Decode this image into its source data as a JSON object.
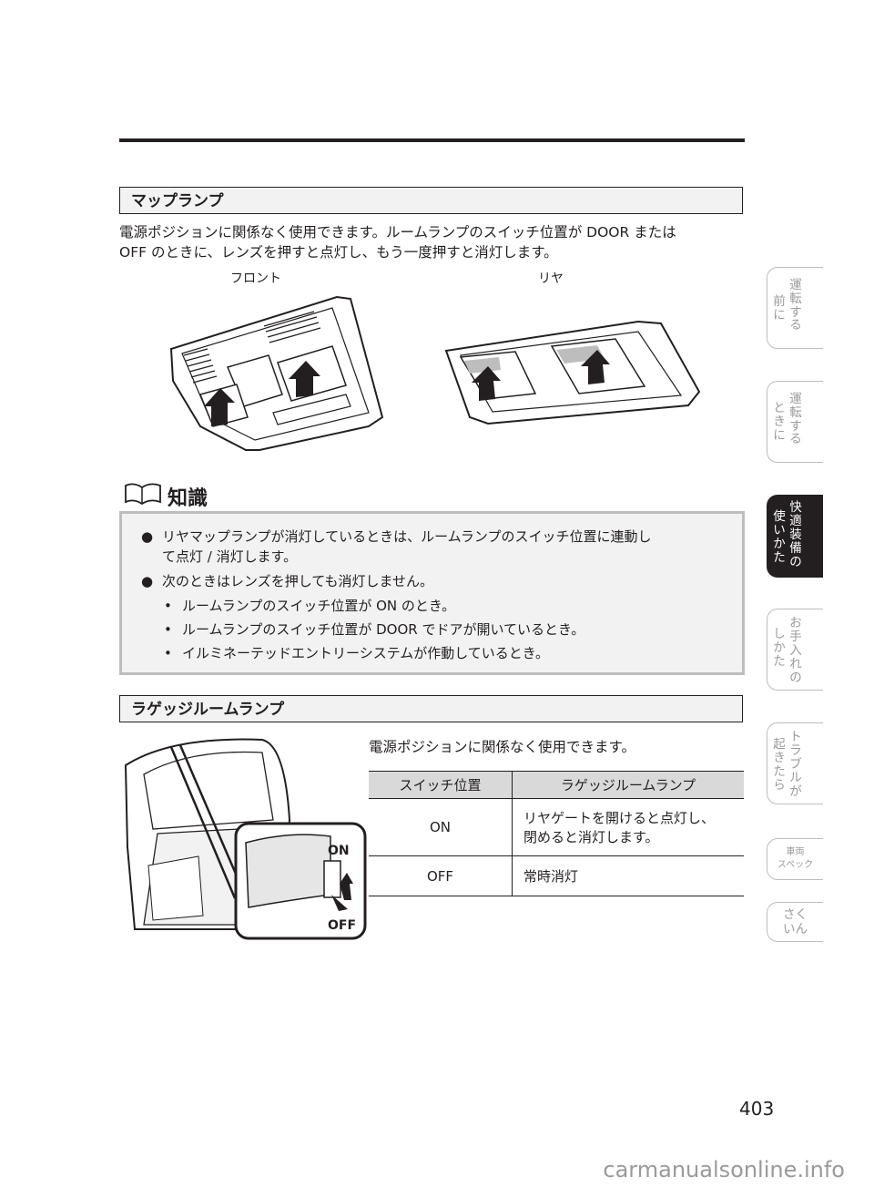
{
  "map_lamp": {
    "heading": "マップランプ",
    "paragraph_line1": "電源ポジションに関係なく使用できます。ルームランプのスイッチ位置が DOOR または",
    "paragraph_line2": "OFF のときに、レンズを押すと点灯し、もう一度押すと消灯します。",
    "caption_front": "フロント",
    "caption_rear": "リヤ"
  },
  "knowledge": {
    "title": "知識",
    "bullet1_line1": "リヤマップランプが消灯しているときは、ルームランプのスイッチ位置に連動し",
    "bullet1_line2": "て点灯 / 消灯します。",
    "bullet2": "次のときはレンズを押しても消灯しません。",
    "sub1": "ルームランプのスイッチ位置が ON のとき。",
    "sub2": "ルームランプのスイッチ位置が DOOR でドアが開いているとき。",
    "sub3": "イルミネーテッドエントリーシステムが作動しているとき。"
  },
  "luggage": {
    "heading": "ラゲッジルームランプ",
    "paragraph": "電源ポジションに関係なく使用できます。",
    "label_on": "ON",
    "label_off": "OFF",
    "table": {
      "header_switch": "スイッチ位置",
      "header_lamp": "ラゲッジルームランプ",
      "rows": [
        {
          "pos": "ON",
          "desc1": "リヤゲートを開けると点灯し、",
          "desc2": "閉めると消灯します。"
        },
        {
          "pos": "OFF",
          "desc1": "常時消灯",
          "desc2": ""
        }
      ]
    }
  },
  "side_tabs": {
    "tab1_c1": "前に",
    "tab1_c2": "運転す",
    "tab1_c3": "る",
    "tab2_c1": "ときに",
    "tab2_c2": "運転す",
    "tab2_c3": "る",
    "tab3_c1": "使いかた",
    "tab3_c2": "快適装備の",
    "tab4_c1": "しかた",
    "tab4_c2": "お手入れの",
    "tab5_c1": "起きたら",
    "tab5_c2": "トラブルが",
    "tab6_line1": "車両",
    "tab6_line2": "スペック",
    "tab7_line1": "さく",
    "tab7_line2": "いん"
  },
  "page_number": "403",
  "watermark": "carmanualsonline.info"
}
